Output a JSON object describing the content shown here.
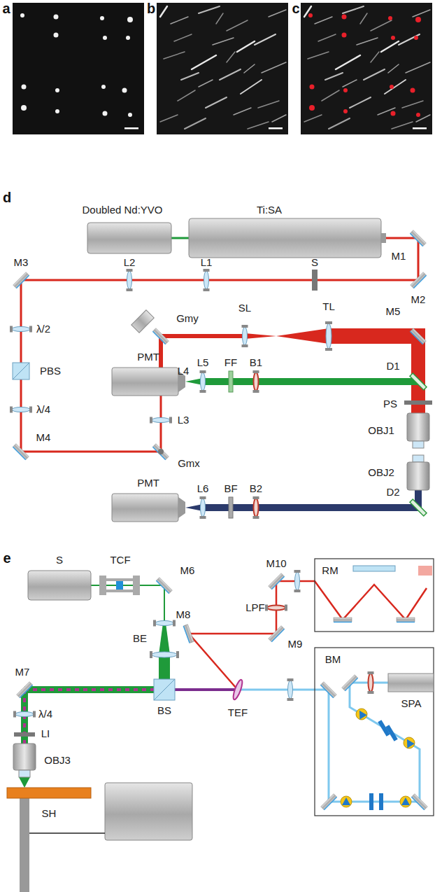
{
  "diagram": {
    "labels": [
      "a",
      "b",
      "c",
      "d",
      "Doubled Nd:YVO",
      "Ti:SA",
      "M1",
      "M3",
      "L2",
      "L1",
      "S",
      "M2",
      "λ/2",
      "PBS",
      "λ/4",
      "M4",
      "Gmy",
      "SL",
      "TL",
      "M5",
      "L4",
      "PMT",
      "L5",
      "FF",
      "B1",
      "D1",
      "PS",
      "OBJ1",
      "L3",
      "Gmx",
      "OBJ2",
      "PMT",
      "L6",
      "BF",
      "B2",
      "D2",
      "e",
      "S",
      "TCF",
      "M6",
      "M10",
      "RM",
      "BE",
      "M8",
      "LPF",
      "BS",
      "M7",
      "λ/4",
      "TEF",
      "M9",
      "BM",
      "SPA",
      "LI",
      "OBJ3",
      "SH"
    ]
  }
}
